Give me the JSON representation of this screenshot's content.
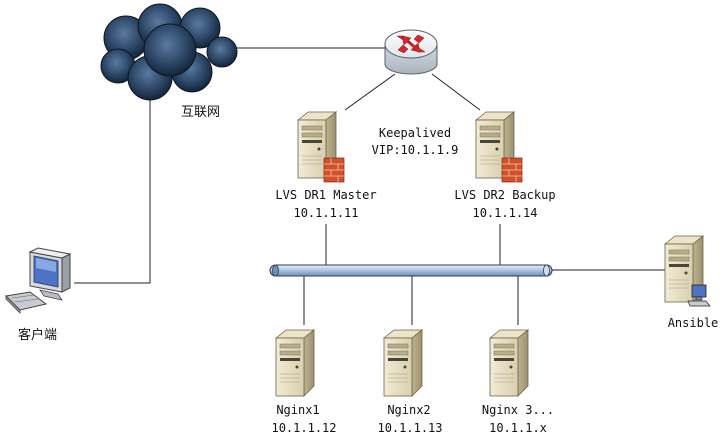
{
  "internet": {
    "label": "互联网"
  },
  "client": {
    "label": "客户端"
  },
  "keepalived": {
    "name": "Keepalived",
    "vip": "VIP:10.1.1.9"
  },
  "lvs_master": {
    "name": "LVS DR1 Master",
    "ip": "10.1.1.11"
  },
  "lvs_backup": {
    "name": "LVS DR2 Backup",
    "ip": "10.1.1.14"
  },
  "ansible": {
    "name": "Ansible"
  },
  "nginx": [
    {
      "name": "Nginx1",
      "ip": "10.1.1.12"
    },
    {
      "name": "Nginx2",
      "ip": "10.1.1.13"
    },
    {
      "name": "Nginx 3...",
      "ip": "10.1.1.x"
    }
  ],
  "colors": {
    "cloud": "#1d3550",
    "router": "#e8ecef",
    "router_arrow": "#d8262b",
    "server_body": "#e6dfc6",
    "firewall": "#d2502a",
    "bus": "#b9cfe6",
    "monitor": "#4d74c4"
  }
}
